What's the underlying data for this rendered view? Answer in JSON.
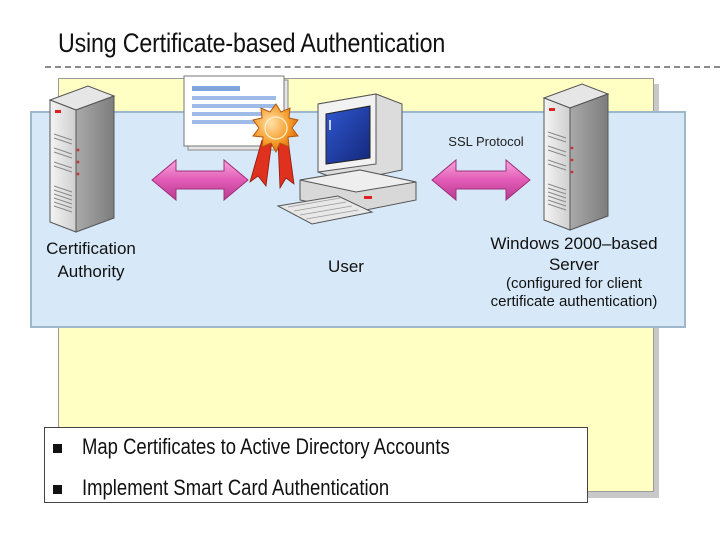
{
  "title": "Using Certificate-based Authentication",
  "nodes": {
    "certification_authority": "Certification\nAuthority",
    "user": "User",
    "server": "Windows 2000–based\nServer",
    "server_note": "(configured for client\ncertificate authentication)"
  },
  "connections": {
    "ssl": "SSL Protocol"
  },
  "bullets": [
    "Map Certificates to Active Directory Accounts",
    "Implement Smart Card Authentication"
  ],
  "colors": {
    "panel_yellow": "#ffffc4",
    "panel_blue": "#d7e9f8",
    "arrow_magenta": "#e25bb6",
    "seal_orange": "#f28a1e",
    "ribbon_red": "#e0301e",
    "monitor_blue": "#1f3ea8"
  },
  "icons": [
    "ca-server-icon",
    "certificate-document-icon",
    "certificate-seal-icon",
    "user-computer-icon",
    "web-server-icon",
    "double-arrow-icon"
  ]
}
